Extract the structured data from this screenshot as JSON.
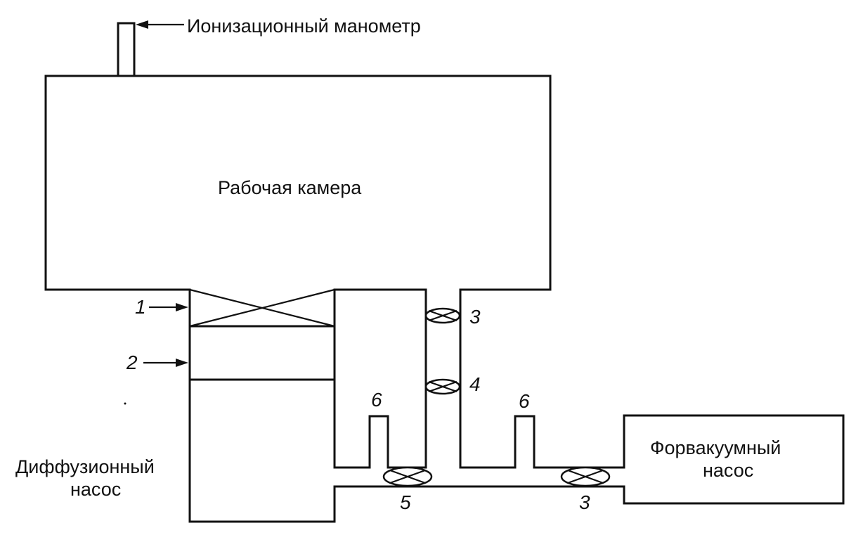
{
  "labels": {
    "ion_gauge": "Ионизационный манометр",
    "chamber": "Рабочая камера",
    "diffusion_pump_line1": "Диффузионный",
    "diffusion_pump_line2": "насос",
    "forevacuum_pump_line1": "Форвакуумный",
    "forevacuum_pump_line2": "насос"
  },
  "markers": {
    "m1": "1",
    "m2": "2",
    "m3_top": "3",
    "m4": "4",
    "m5": "5",
    "m6_left": "6",
    "m6_right": "6",
    "m3_bottom": "3"
  },
  "colors": {
    "line": "#111111",
    "background": "#ffffff"
  }
}
